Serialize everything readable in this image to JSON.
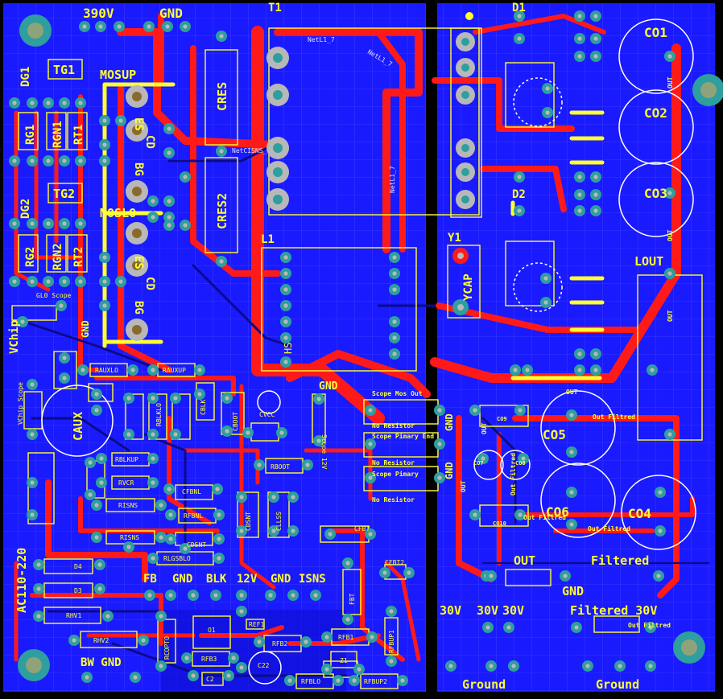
{
  "colors": {
    "background": "#000000",
    "copper_bottom": "#1a1aff",
    "copper_top": "#ff1a1a",
    "silkscreen": "#ffff33",
    "pad": "#2e9e9e",
    "hole": "#b8b8b8",
    "grid": "#4d4dff"
  },
  "labels": {
    "v390": "390V",
    "gnd_top": "GND",
    "t1": "T1",
    "d1": "D1",
    "co1": "CO1",
    "co2": "CO2",
    "co3": "CO3",
    "dg1": "DG1",
    "tg1": "TG1",
    "mosup": "MOSUP",
    "rg1": "RG1",
    "rgn1": "RGN1",
    "rt1": "RT1",
    "es_up": "ES",
    "cd_up": "CD",
    "bg_up": "BG",
    "cres": "CRES",
    "cres2": "CRES2",
    "dg2": "DG2",
    "tg2": "TG2",
    "moslo": "MOSLO",
    "rg2": "RG2",
    "rgn2": "RGN2",
    "rt2": "RT2",
    "es_lo": "ES",
    "cd_lo": "CD",
    "bg_lo": "BG",
    "l1": "L1",
    "y1": "Y1",
    "ycap": "YCAP",
    "d2": "D2",
    "lout": "LOUT",
    "vchip": "VChip",
    "gnd_mid": "GND",
    "caux": "CAUX",
    "gnd_ctrl": "GND",
    "scope_mos_out": "Scope Mos Out",
    "no_resistor_1": "No Resistor",
    "scope_primary_end": "Scope Pimary End",
    "no_resistor_2": "No Resistor",
    "scope_primary": "Scope Pimary",
    "no_resistor_3": "No Resistor",
    "gnd_side_1": "GND",
    "gnd_side_2": "GND",
    "co5": "CO5",
    "co6": "CO6",
    "co4": "CO4",
    "co7": "CO7",
    "co8": "CO8",
    "co9": "CO9",
    "co10": "CO10",
    "out_filtred_1": "Out Filtred",
    "out_filtred_2": "Out Filtred",
    "out_filtred_3": "Out Filtred",
    "out_filtred_4": "Out Filtred",
    "out_filtred_5": "Out Filtred",
    "out_1": "OUT",
    "out_2": "OUT",
    "out_3": "OUT",
    "out_4": "OUT",
    "out_5": "OUT",
    "out_6": "OUT",
    "ac": "AC110-220",
    "header_fb": "FB",
    "header_gnd1": "GND",
    "header_blk": "BLK",
    "header_12v": "12V",
    "header_gnd2": "GND",
    "header_isns": "ISNS",
    "bw_gnd": "BW GND",
    "out_big": "OUT",
    "filtered_big": "Filtered",
    "gnd_bottom": "GND",
    "v30_1": "30V",
    "v30_2": "30V",
    "v30_3": "30V",
    "filtered_30v": "Filtered 30V",
    "ground_1": "Ground",
    "ground_2": "Ground",
    "raux_lo": "RAUXLO",
    "raux_up": "RAUXUP",
    "rblkup": "RBLKUP",
    "rvcr": "RVCR",
    "risns": "RISNS",
    "risns2": "RISNS",
    "rfbnl": "RFBNL",
    "rboot": "RBOOT",
    "cboot": "CBOOT",
    "rfb2": "RFB2",
    "rfb1": "RFB1",
    "rfb3": "RFB3",
    "rfblo": "RFBLO",
    "rfbup2": "RFBUP2",
    "rfbup1": "RFBUP1",
    "c22": "C22",
    "c2": "C2",
    "d4": "D4",
    "d3": "D3",
    "rhv1": "RHV1",
    "rhv2": "RHV2",
    "gl0_scope": "GL0 Scope",
    "vchip_scope": "VChip Scope",
    "cvcc": "CVCC",
    "cfbt": "CFBT",
    "cfbt2": "CFBT2",
    "fbt": "FBT",
    "z1": "Z1",
    "ref1": "REF1",
    "o1": "O1",
    "rcopto": "RCOPTO",
    "cblk": "CBLK",
    "rblklo": "RBLKLO",
    "cdsnt": "CDSNT",
    "cllss": "CLLSS",
    "cdsnt2": "CDSNT",
    "rlgsblo": "RLGSBLO",
    "cfbnl": "CFBNL",
    "nets_l1_7a": "NetL1_7",
    "nets_l1_7b": "NetL1_7",
    "nets_l1_7c": "NetL1_7",
    "nets_cisns": "NetCISNS_",
    "scope_12v": "Scope 12V",
    "hs": "HS"
  }
}
